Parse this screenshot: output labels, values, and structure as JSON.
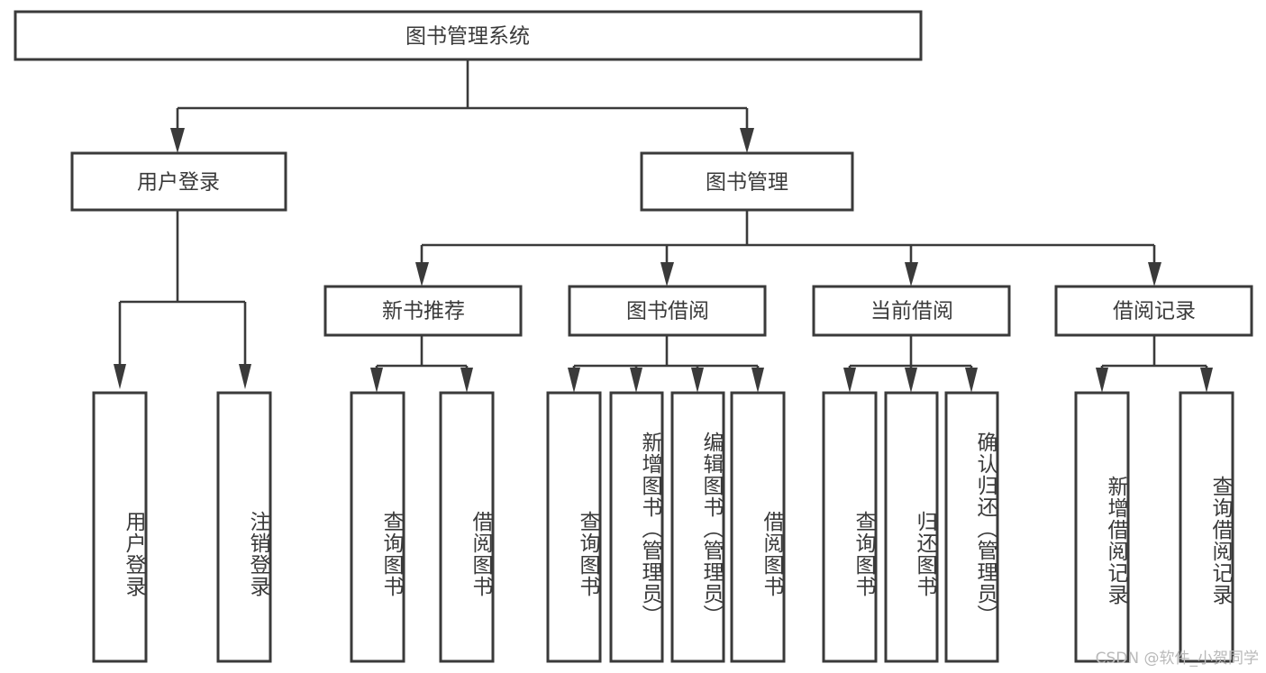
{
  "diagram": {
    "title": "图书管理系统",
    "watermark": "CSDN @软件_小贺同学",
    "colors": {
      "stroke": "#3a3a3a",
      "fill": "#ffffff",
      "background": "#ffffff",
      "watermark": "#b9b9b9"
    },
    "levels": {
      "root": {
        "label": "图书管理系统"
      },
      "level2": [
        {
          "label": "用户登录"
        },
        {
          "label": "图书管理"
        }
      ],
      "level3": [
        {
          "label": "新书推荐"
        },
        {
          "label": "图书借阅"
        },
        {
          "label": "当前借阅"
        },
        {
          "label": "借阅记录"
        }
      ],
      "leaves": {
        "user_login": [
          {
            "label": "用户登录"
          },
          {
            "label": "注销登录"
          }
        ],
        "new_book_recommend": [
          {
            "label": "查询图书"
          },
          {
            "label": "借阅图书"
          }
        ],
        "book_borrow": [
          {
            "label": "查询图书"
          },
          {
            "label": "新增图书（管理员）"
          },
          {
            "label": "编辑图书（管理员）"
          },
          {
            "label": "借阅图书"
          }
        ],
        "current_borrow": [
          {
            "label": "查询图书"
          },
          {
            "label": "归还图书"
          },
          {
            "label": "确认归还（管理员）"
          }
        ],
        "borrow_record": [
          {
            "label": "新增借阅记录"
          },
          {
            "label": "查询借阅记录"
          }
        ]
      }
    }
  }
}
